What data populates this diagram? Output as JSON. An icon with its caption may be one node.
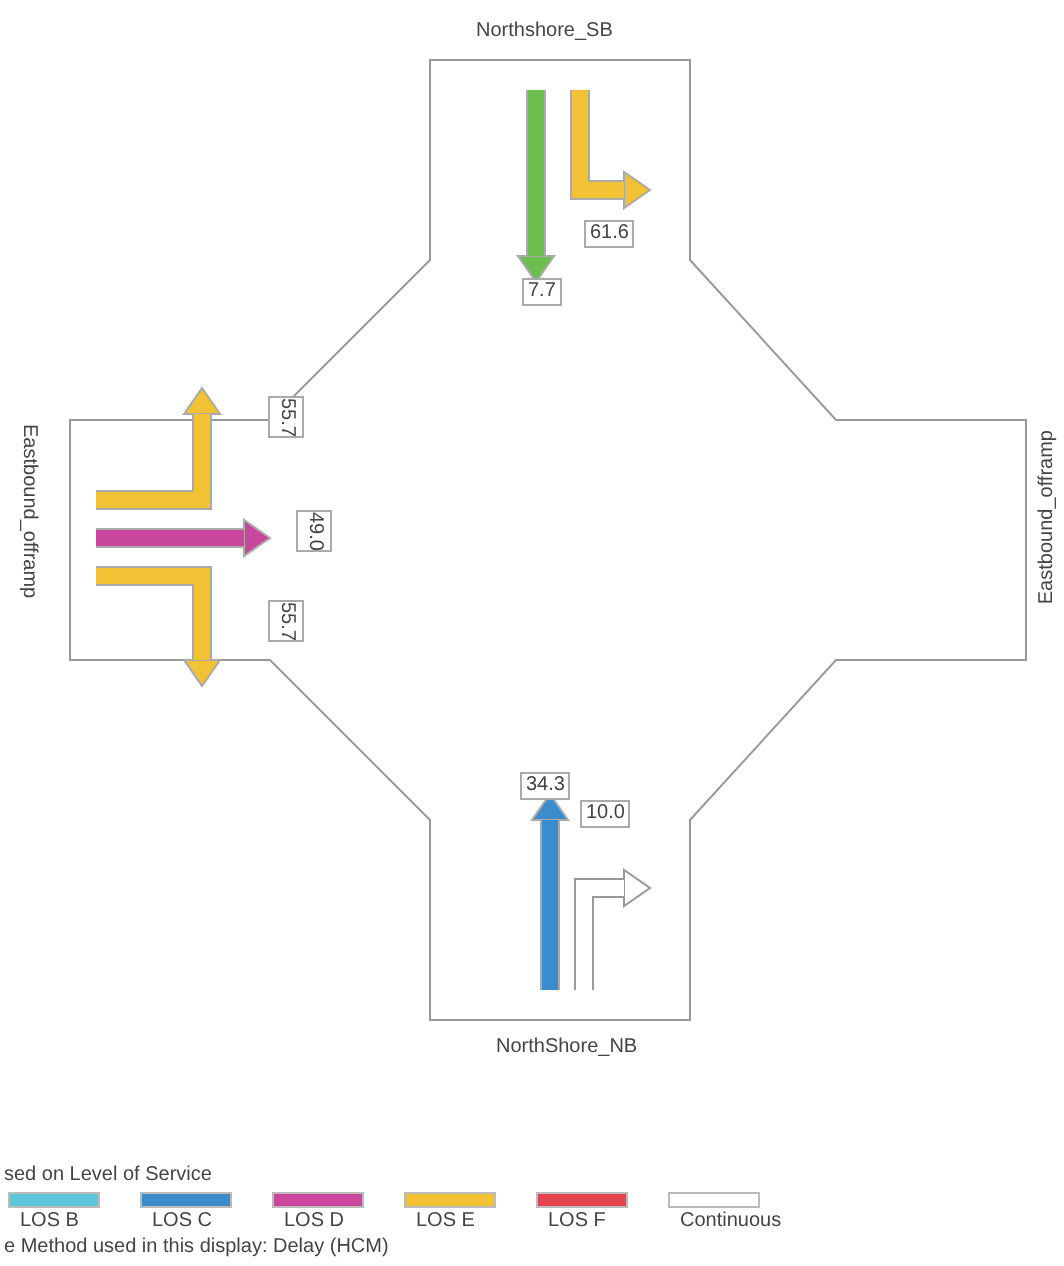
{
  "diagram": {
    "labels": [
      "Northshore_SB",
      "61.6",
      "7.7",
      "Eastbound_offramp",
      "55.7",
      "49.0",
      "55.7",
      "Eastbound_offramp",
      "34.3",
      "10.0",
      "NorthShore_NB",
      "sed on Level of Service",
      "e Method used in this display: Delay (HCM)"
    ],
    "legend": [
      {
        "text": "LOS B",
        "color": "#5cc6dc"
      },
      {
        "text": "LOS C",
        "color": "#3a8ccc"
      },
      {
        "text": "LOS D",
        "color": "#c8479c"
      },
      {
        "text": "LOS E",
        "color": "#f0c234"
      },
      {
        "text": "LOS F",
        "color": "#e5444e"
      },
      {
        "text": "Continuous",
        "color": "#ffffff"
      }
    ]
  }
}
